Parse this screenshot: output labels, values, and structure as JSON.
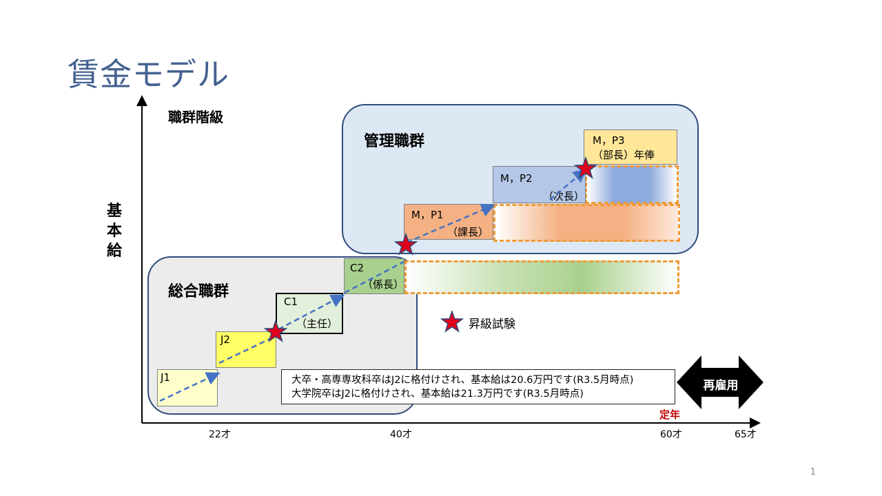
{
  "title": "賃金モデル",
  "labels": {
    "job_rank": "職群階級",
    "base_pay": "基本給",
    "management_group": "管理職群",
    "general_group": "総合職群",
    "legend_exam": "昇級試験",
    "retirement": "定年",
    "rehire": "再雇用"
  },
  "grades": {
    "j1": {
      "name": "J1"
    },
    "j2": {
      "name": "J2"
    },
    "c1": {
      "name": "C1",
      "role": "（主任）"
    },
    "c2": {
      "name": "C2",
      "role": "（係長）"
    },
    "p1": {
      "name": "M，P1",
      "role": "（課長）"
    },
    "p2": {
      "name": "M，P2",
      "role": "（次長）"
    },
    "p3": {
      "name": "M，P3",
      "role": "（部長）年俸"
    }
  },
  "ticks": {
    "t22": "22才",
    "t40": "40才",
    "t60": "60才",
    "t65": "65才"
  },
  "note": {
    "line1": "大卒・高専専攻科卒はJ2に格付けされ、基本給は20.6万円です(R3.5月時点)",
    "line2": "大学院卒はJ2に格付けされ、基本給は21.3万円です(R3.5月時点)"
  },
  "page_number": "1",
  "colors": {
    "title": "#44618f",
    "frame_border": "#2f4b7c",
    "management_fill": "#dde8f5",
    "general_fill": "#ececec",
    "j1": "#ffffcc",
    "j2": "#ffff66",
    "c1": "#e2efda",
    "c2": "#a9d08e",
    "p1": "#f4b183",
    "p2": "#b4c7e7",
    "p3": "#ffe699",
    "band_dash": "#f09a36",
    "arrow": "#4472c4",
    "star_fill": "#e0001b",
    "star_stroke": "#2f4b7c",
    "retirement_text": "#c00000"
  }
}
